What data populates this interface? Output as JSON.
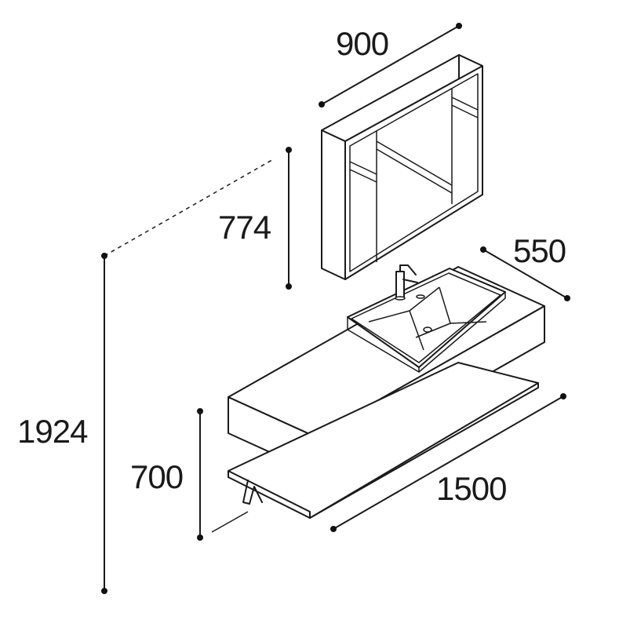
{
  "dimensions": {
    "mirror_width": "900",
    "mirror_height": "774",
    "total_height": "1924",
    "depth": "550",
    "counter_height": "700",
    "counter_width": "1500"
  },
  "colors": {
    "line": "#1a1a1a",
    "background": "#ffffff"
  }
}
